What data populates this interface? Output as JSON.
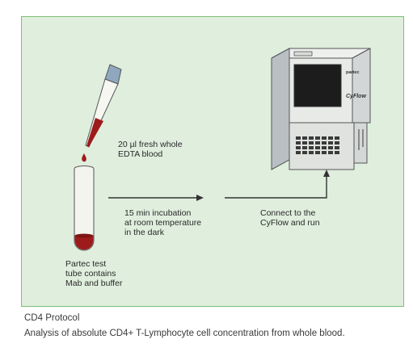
{
  "labels": {
    "blood": "20 µl fresh whole\nEDTA blood",
    "incubation": "15 min incubation\nat room temperature\nin the dark",
    "connect": "Connect to the\nCyFlow and run",
    "tube": "Partec test\ntube contains\nMab and buffer"
  },
  "instrument": {
    "brand": "partec",
    "model": "CyFlow"
  },
  "caption": {
    "title": "CD4 Protocol",
    "description": "Analysis of absolute CD4+ T-Lymphocyte cell concentration from whole blood."
  },
  "colors": {
    "panel_bg": "#dfeedd",
    "panel_border": "#7fbf7a",
    "blood": "#9e1b1b",
    "tip": "#8fa7bf",
    "screen": "#1c1c1c"
  }
}
